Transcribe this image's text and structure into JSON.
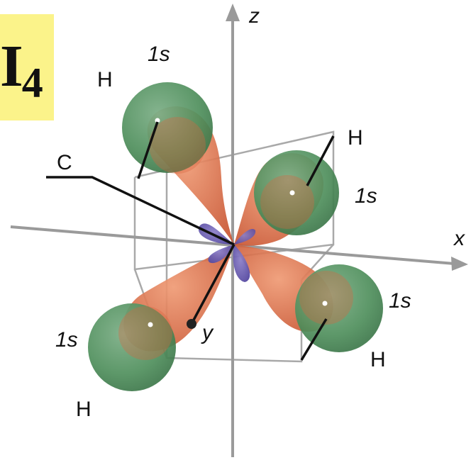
{
  "title": {
    "main": "I",
    "subscript": "4"
  },
  "axes": {
    "x": "x",
    "y": "y",
    "z": "z"
  },
  "atoms": {
    "center": "C",
    "h_top_left": "H",
    "h_top_right": "H",
    "h_bottom_left": "H",
    "h_bottom_right": "H"
  },
  "orbitals": {
    "top_left": "1s",
    "top_right": "1s",
    "bottom_left": "1s",
    "bottom_right": "1s"
  },
  "colors": {
    "hybrid_lobe": "#d9643f",
    "h_1s_orbital": "#4f8f5c",
    "small_lobe": "#6b5fa8",
    "axis": "#9a9a9a",
    "title_bg": "#fbf38a"
  }
}
